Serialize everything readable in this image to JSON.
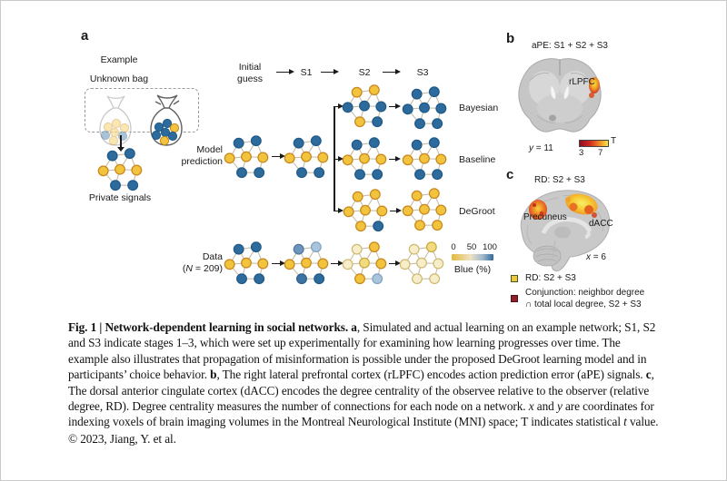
{
  "panel_a": {
    "label": "a",
    "example_label": "Example",
    "unknown_bag_label": "Unknown bag",
    "private_signals_label": "Private signals",
    "timeline": {
      "initial_guess": "Initial guess",
      "s1": "S1",
      "s2": "S2",
      "s3": "S3"
    },
    "model_prediction_label": "Model prediction",
    "rows": {
      "bayesian": "Bayesian",
      "baseline": "Baseline",
      "degroot": "DeGroot"
    },
    "data_label": {
      "line1": "Data",
      "line2_pre": "(",
      "line2_var": "N",
      "line2_rest": " = 209)"
    },
    "scale": {
      "tick0": "0",
      "tick50": "50",
      "tick100": "100",
      "label": "Blue (%)"
    }
  },
  "panel_b": {
    "label": "b",
    "title": "aPE: S1 + S2 + S3",
    "region_label": "rLPFC",
    "coords_var": "y",
    "coords_rest": " = 11",
    "colorbar": {
      "min": "3",
      "max": "7",
      "unit": "T"
    }
  },
  "panel_c": {
    "label": "c",
    "title": "RD: S2 + S3",
    "region_precuneus": "Precuneus",
    "region_dacc": "dACC",
    "coords_var": "x",
    "coords_rest": " = 6",
    "legend": [
      {
        "label": "RD: S2 + S3",
        "color": {
          "fill": "#e8c93c",
          "stroke": "#55531f"
        }
      },
      {
        "label_line1": "Conjunction: neighbor degree",
        "label_line2": "∩ total local degree, S2 + S3",
        "color": {
          "fill": "#8e1f2b",
          "stroke": "#4f1016"
        }
      }
    ]
  },
  "palette": {
    "B": {
      "fill": "#2d6b9c",
      "stroke": "#1f5a89"
    },
    "Y": {
      "fill": "#f2c33d",
      "stroke": "#c8871c"
    },
    "MB": {
      "fill": "#6d94bd",
      "stroke": "#53779d"
    },
    "LB": {
      "fill": "#a9c4dd",
      "stroke": "#82a2c1"
    },
    "SB": {
      "fill": "#3d73a2",
      "stroke": "#2c5f8a"
    },
    "C": {
      "fill": "#f6eecb",
      "stroke": "#cfba6e"
    },
    "LY": {
      "fill": "#f2da7e",
      "stroke": "#cba93f"
    }
  },
  "networks": {
    "private_signals": [
      "B",
      "B",
      "Y",
      "Y",
      "Y",
      "B",
      "B"
    ],
    "mp_initial": [
      "B",
      "B",
      "Y",
      "Y",
      "Y",
      "B",
      "B"
    ],
    "mp_s1": [
      "B",
      "B",
      "Y",
      "Y",
      "Y",
      "B",
      "B"
    ],
    "bayesian_s2": [
      "Y",
      "Y",
      "B",
      "B",
      "B",
      "Y",
      "B"
    ],
    "bayesian_s3": [
      "B",
      "B",
      "B",
      "B",
      "B",
      "B",
      "B"
    ],
    "baseline_s2": [
      "B",
      "B",
      "Y",
      "Y",
      "Y",
      "B",
      "B"
    ],
    "baseline_s3": [
      "B",
      "B",
      "Y",
      "Y",
      "Y",
      "B",
      "B"
    ],
    "degroot_s2": [
      "Y",
      "Y",
      "Y",
      "Y",
      "Y",
      "Y",
      "B"
    ],
    "degroot_s3": [
      "Y",
      "Y",
      "Y",
      "Y",
      "Y",
      "Y",
      "Y"
    ],
    "data_initial": [
      "B",
      "B",
      "Y",
      "Y",
      "Y",
      "B",
      "B"
    ],
    "data_s1": [
      "MB",
      "LB",
      "Y",
      "Y",
      "Y",
      "SB",
      "B"
    ],
    "data_s2": [
      "C",
      "Y",
      "C",
      "LY",
      "Y",
      "Y",
      "LB"
    ],
    "data_s3": [
      "C",
      "LY",
      "C",
      "C",
      "C",
      "C",
      "C"
    ]
  },
  "bags": {
    "left": [
      "Y",
      "Y",
      "Y",
      "B",
      "Y",
      "B",
      "Y"
    ],
    "right": [
      "B",
      "B",
      "Y",
      "B",
      "B",
      "B",
      "Y"
    ]
  },
  "gradients": {
    "blue_scale": [
      "#e3b93a",
      "#eee2c4 45%",
      "#9db7cc 75%",
      "#31689a"
    ],
    "t_scale": [
      "#8e1020",
      "#d02620 35%",
      "#ef8b25 70%",
      "#f8e53c"
    ]
  },
  "caption": {
    "segments": [
      {
        "t": "Fig. 1 | Network-dependent learning in social networks. ",
        "b": 1
      },
      {
        "t": "a",
        "b": 1
      },
      {
        "t": ", Simulated and actual learning on an example network; S1, S2 and S3 indicate stages 1–3, which were set up experimentally for examining how learning progresses over time. The example also illustrates that propagation of misinformation is possible under the proposed DeGroot learning model and in participants’ choice behavior. "
      },
      {
        "t": "b",
        "b": 1
      },
      {
        "t": ", The right lateral prefrontal cortex (rLPFC) encodes action prediction error (aPE) signals. "
      },
      {
        "t": "c",
        "b": 1
      },
      {
        "t": ", The dorsal anterior cingulate cortex (dACC) encodes the degree centrality of the observee relative to the observer (relative degree, RD). Degree centrality measures the number of connections for each node on a network. "
      },
      {
        "t": "x",
        "i": 1
      },
      {
        "t": " and "
      },
      {
        "t": "y",
        "i": 1
      },
      {
        "t": " are coordinates for indexing voxels of brain imaging volumes in the Montreal Neurological Institute (MNI) space; T indicates statistical "
      },
      {
        "t": "t",
        "i": 1
      },
      {
        "t": " value."
      }
    ],
    "copyright": "© 2023, Jiang, Y. et al."
  }
}
